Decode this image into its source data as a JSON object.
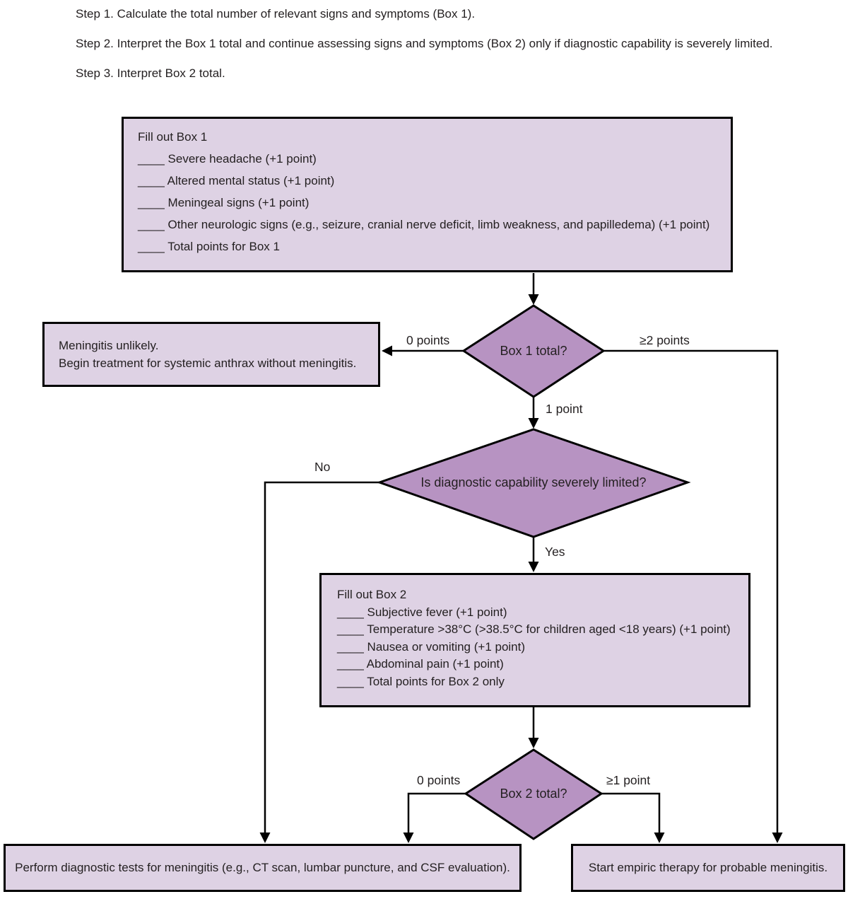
{
  "colors": {
    "background": "#ffffff",
    "box_fill": "#ded2e4",
    "diamond_fill": "#b793c2",
    "line": "#000000",
    "text": "#231f20"
  },
  "steps": [
    "Step 1. Calculate the total number of relevant signs and symptoms (Box 1).",
    "Step 2. Interpret the Box 1 total and continue assessing signs and symptoms (Box 2) only if diagnostic capability is severely limited.",
    "Step 3. Interpret Box 2 total."
  ],
  "box1": {
    "title": "Fill out Box 1",
    "items": [
      "____ Severe headache (+1 point)",
      "____ Altered mental status (+1 point)",
      "____ Meningeal signs (+1 point)",
      "____ Other neurologic signs (e.g., seizure, cranial nerve deficit, limb weakness, and papilledema) (+1 point)",
      "____ Total points for Box 1"
    ]
  },
  "decision1": {
    "label": "Box 1 total?",
    "branch_left": "0 points",
    "branch_right": "≥2 points",
    "branch_down": "1 point"
  },
  "meningitis_unlikely_box": {
    "line1": "Meningitis unlikely.",
    "line2": "Begin treatment for systemic anthrax without meningitis."
  },
  "decision2": {
    "label": "Is diagnostic capability severely limited?",
    "branch_left": "No",
    "branch_down": "Yes"
  },
  "box2": {
    "title": "Fill out Box 2",
    "items": [
      "____ Subjective fever (+1 point)",
      "____ Temperature >38°C (>38.5°C for children aged <18 years) (+1 point)",
      "____ Nausea or vomiting (+1 point)",
      "____ Abdominal pain (+1 point)",
      "____ Total points for Box 2 only"
    ]
  },
  "decision3": {
    "label": "Box 2 total?",
    "branch_left": "0 points",
    "branch_right": "≥1 point"
  },
  "diagnostic_tests_box": {
    "text": "Perform diagnostic tests for meningitis (e.g., CT scan, lumbar puncture, and CSF evaluation)."
  },
  "empiric_therapy_box": {
    "text": "Start empiric therapy for probable meningitis."
  }
}
